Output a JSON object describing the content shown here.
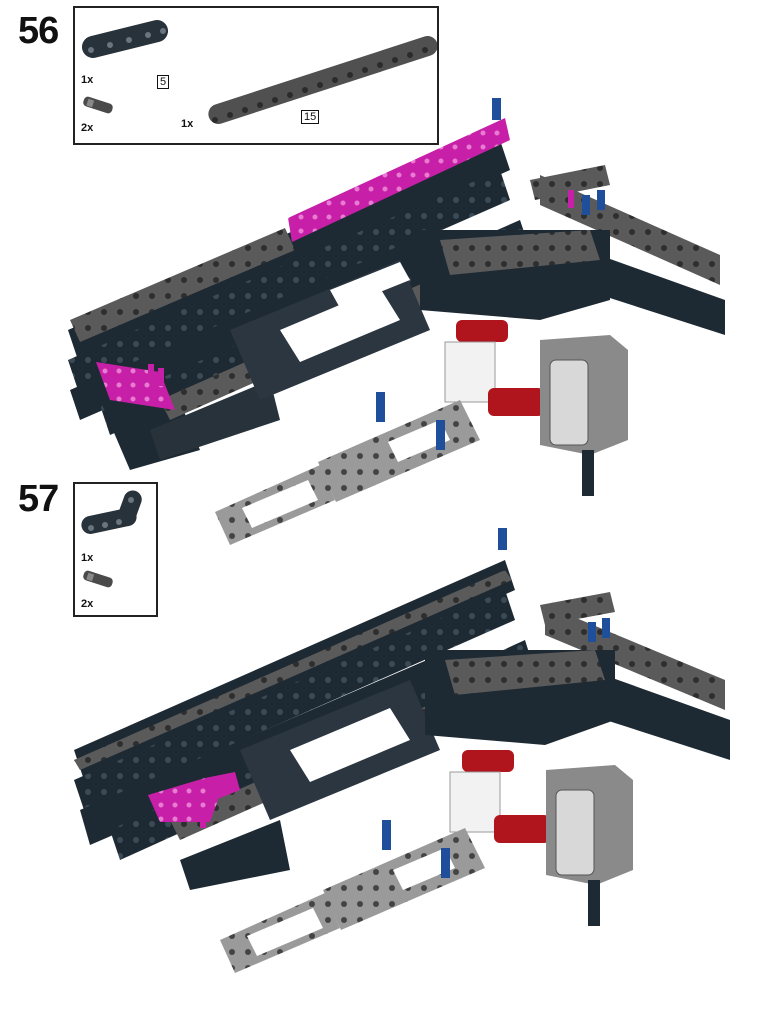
{
  "steps": [
    {
      "number": "56",
      "parts": [
        {
          "qty": "1x",
          "length": "5",
          "color": "#28323a"
        },
        {
          "qty": "2x",
          "color": "#4a4a4a"
        },
        {
          "qty": "1x",
          "length": "15",
          "color": "#505050"
        }
      ]
    },
    {
      "number": "57",
      "parts": [
        {
          "qty": "1x",
          "color": "#28323a"
        },
        {
          "qty": "2x",
          "color": "#4a4a4a"
        }
      ]
    }
  ],
  "colors": {
    "dark_bluish_gray": "#5a5a5a",
    "black_beam": "#1e2a33",
    "magenta": "#c81fa8",
    "red": "#b0141c",
    "blue_pin": "#1f4f9a",
    "light_gray": "#9a9a9a",
    "white": "#f2f2f2"
  }
}
